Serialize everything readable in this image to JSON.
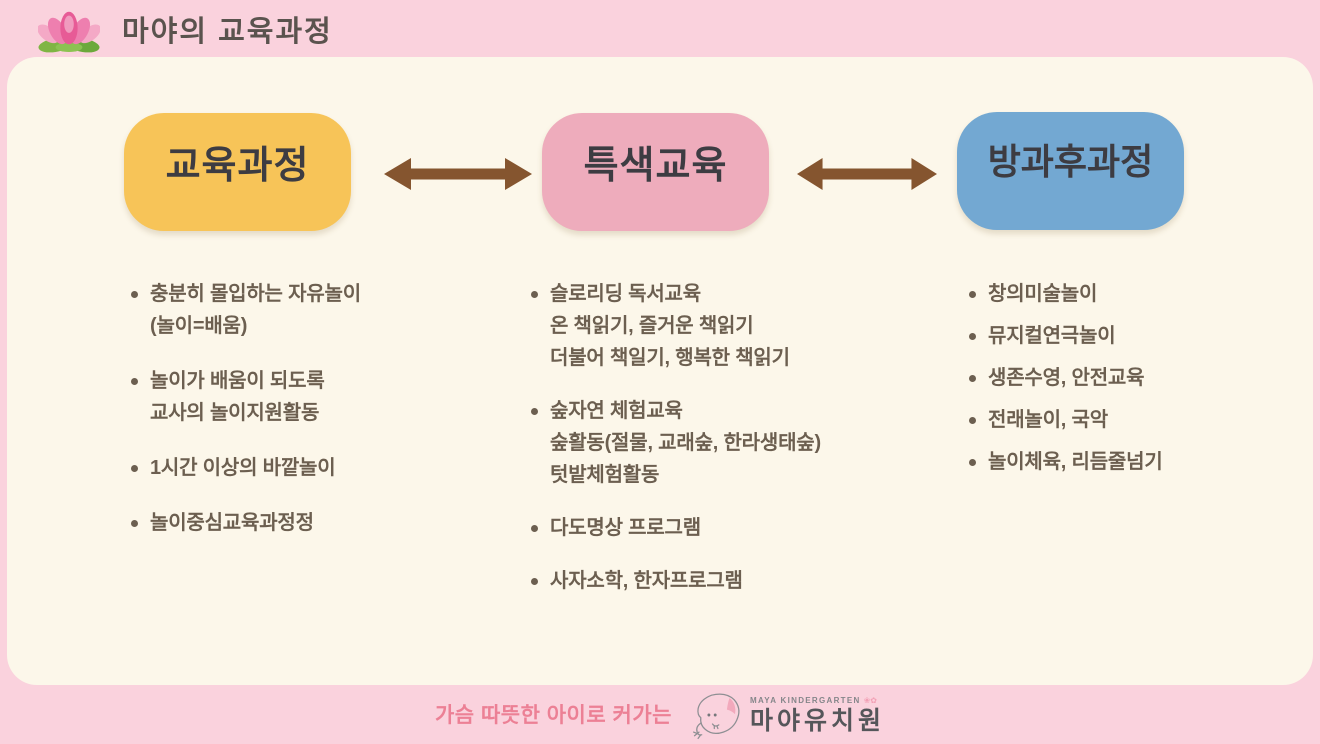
{
  "header": {
    "title": "마야의 교육과정",
    "icon": "lotus-flower-icon"
  },
  "diagram": {
    "boxes": [
      {
        "id": "curriculum",
        "label": "교육과정",
        "bg": "#F7C458"
      },
      {
        "id": "special-edu",
        "label": "특색교육",
        "bg": "#EEACBC"
      },
      {
        "id": "after-school",
        "label": "방과후과정",
        "bg": "#73A8D2"
      }
    ],
    "arrow_style": "double-headed",
    "arrow_color": "#85552F"
  },
  "columns": [
    {
      "id": "curriculum",
      "items": [
        [
          "충분히 몰입하는 자유놀이",
          "(놀이=배움)"
        ],
        [
          "놀이가 배움이 되도록",
          "교사의 놀이지원활동"
        ],
        [
          "1시간 이상의 바깥놀이"
        ],
        [
          "놀이중심교육과정정"
        ]
      ]
    },
    {
      "id": "special-edu",
      "items": [
        [
          "슬로리딩 독서교육",
          "온 책읽기, 즐거운 책읽기",
          "더불어 책일기, 행복한 책읽기"
        ],
        [
          "숲자연 체험교육",
          "숲활동(절물, 교래숲, 한라생태숲)",
          "텃밭체험활동"
        ],
        [
          "다도명상 프로그램"
        ],
        [
          "사자소학, 한자프로그램"
        ]
      ]
    },
    {
      "id": "after-school",
      "items": [
        [
          "창의미술놀이"
        ],
        [
          "뮤지컬연극놀이"
        ],
        [
          "생존수영, 안전교육"
        ],
        [
          "전래놀이, 국악"
        ],
        [
          "놀이체육, 리듬줄넘기"
        ]
      ]
    }
  ],
  "footer": {
    "slogan": "가슴 따뜻한 아이로 커가는",
    "logo_en": "MAYA KINDERGARTEN",
    "logo_flowers": "❀✿",
    "logo_kr": "마야유치원",
    "logo_icon": "elephant-logo-icon"
  },
  "colors": {
    "page_pink": "#FAD2DD",
    "panel_cream": "#FCF7EA",
    "box_yellow": "#F7C458",
    "box_pink": "#EEACBC",
    "box_blue": "#73A8D2",
    "box_text": "#3D3C42",
    "arrow_brown": "#85552F",
    "bullet_text": "#6C5F50",
    "title_text": "#5A534E",
    "slogan_pink": "#EC8095",
    "logo_dark": "#55565A",
    "logo_gray": "#85868A"
  }
}
